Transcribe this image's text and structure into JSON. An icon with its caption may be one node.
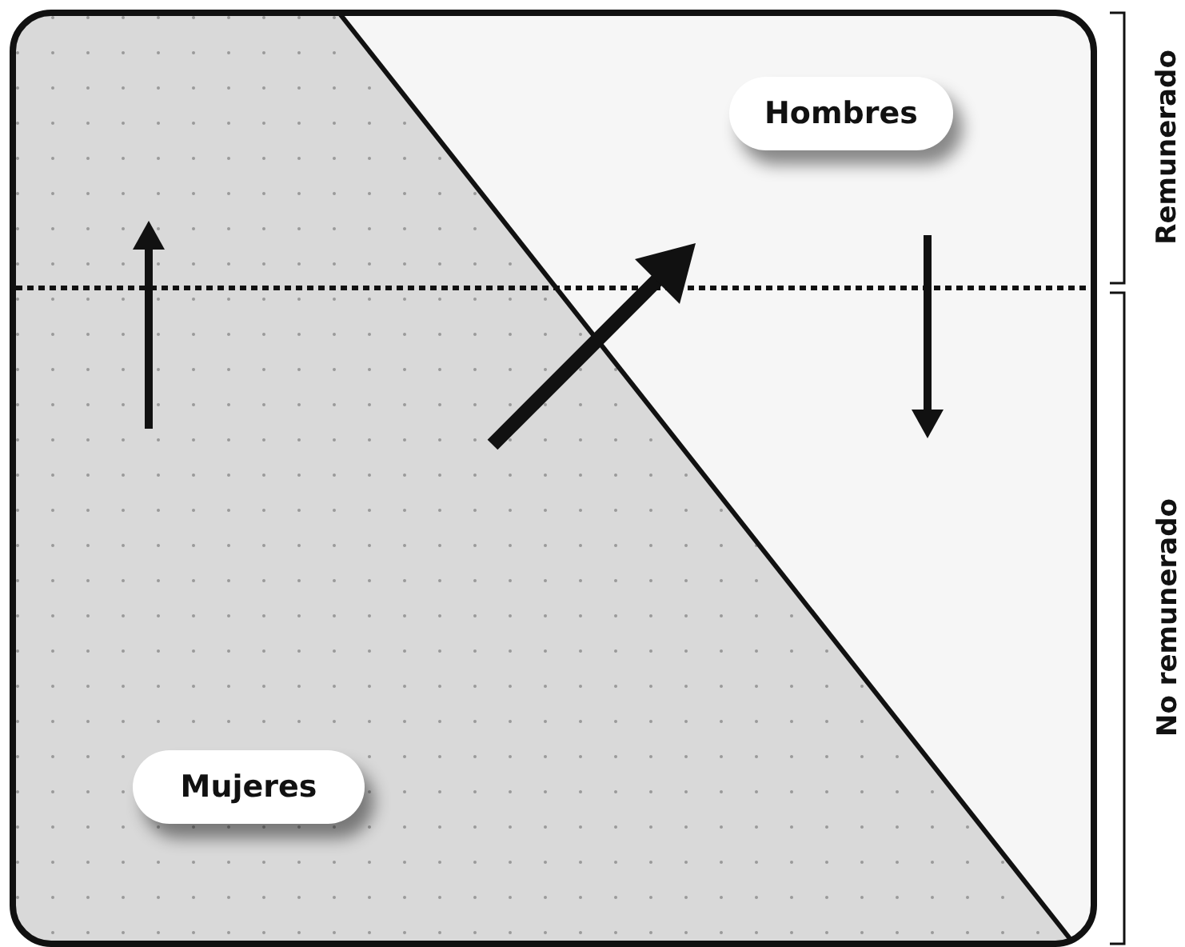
{
  "diagram": {
    "nodes": [
      {
        "text": [
          "Hombres"
        ]
      },
      {
        "text": [
          "Mujeres"
        ]
      }
    ],
    "labels": [
      "Remunerado",
      "No remunerado"
    ]
  }
}
